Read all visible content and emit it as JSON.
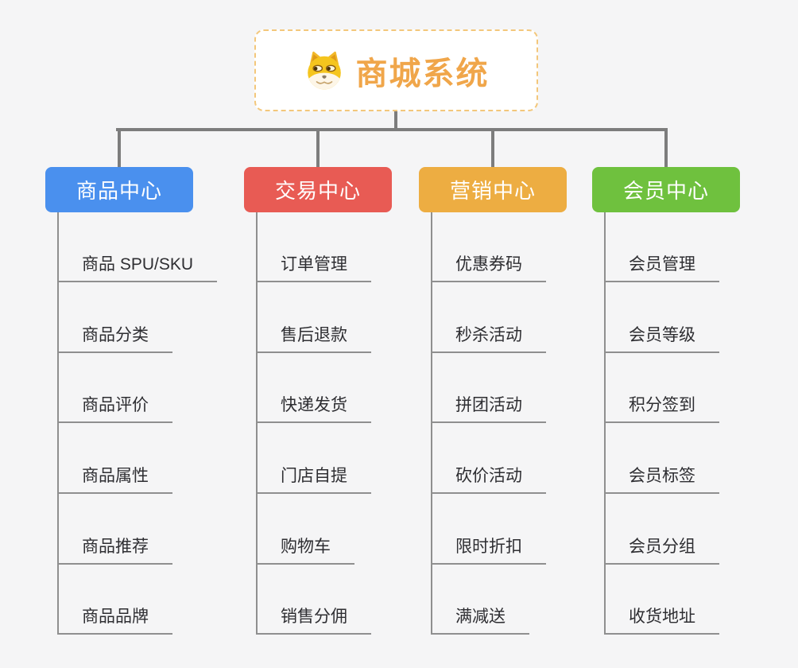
{
  "root": {
    "title": "商城系统",
    "icon": "doge-icon"
  },
  "branches": [
    {
      "label": "商品中心",
      "color": "#4a90ee",
      "items": [
        "商品 SPU/SKU",
        "商品分类",
        "商品评价",
        "商品属性",
        "商品推荐",
        "商品品牌"
      ]
    },
    {
      "label": "交易中心",
      "color": "#e85b54",
      "items": [
        "订单管理",
        "售后退款",
        "快递发货",
        "门店自提",
        "购物车",
        "销售分佣"
      ]
    },
    {
      "label": "营销中心",
      "color": "#edad42",
      "items": [
        "优惠券码",
        "秒杀活动",
        "拼团活动",
        "砍价活动",
        "限时折扣",
        "满减送"
      ]
    },
    {
      "label": "会员中心",
      "color": "#6fc13e",
      "items": [
        "会员管理",
        "会员等级",
        "积分签到",
        "会员标签",
        "会员分组",
        "收货地址"
      ]
    }
  ],
  "colors": {
    "background": "#f5f5f6",
    "root_border": "#f3c77b",
    "root_title": "#f0a64a",
    "connector": "#7d7d7d",
    "leaf_line": "#8f8f8f",
    "leaf_text": "#2e2e32"
  }
}
